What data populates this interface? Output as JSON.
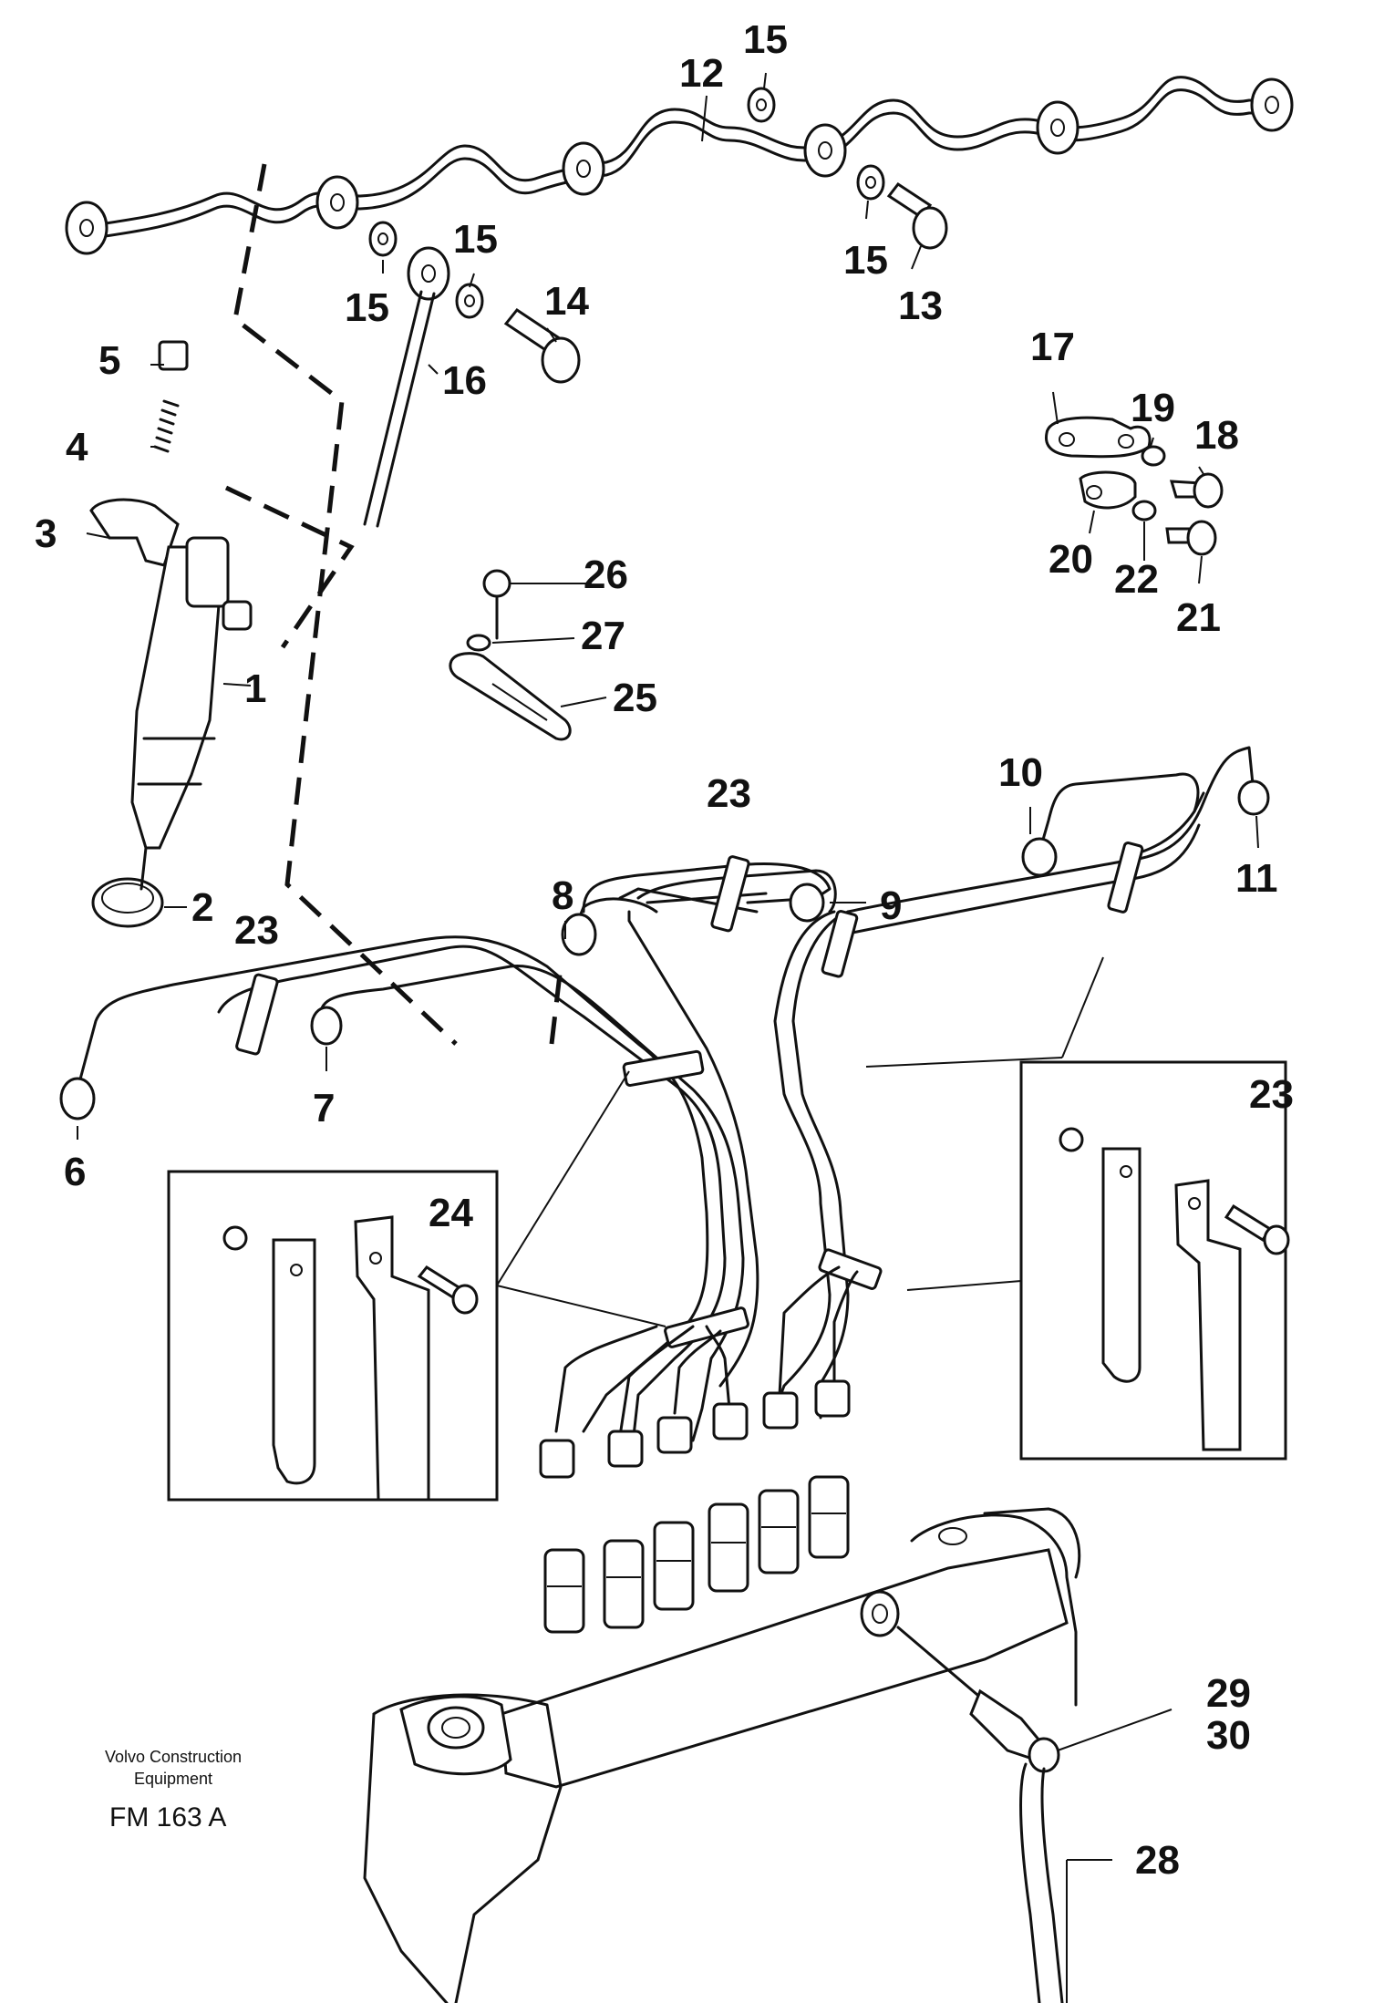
{
  "callouts": {
    "c1": "1",
    "c2": "2",
    "c3": "3",
    "c4": "4",
    "c5": "5",
    "c6": "6",
    "c7": "7",
    "c8": "8",
    "c9": "9",
    "c10": "10",
    "c11": "11",
    "c12": "12",
    "c13": "13",
    "c14": "14",
    "c15a": "15",
    "c15b": "15",
    "c15c": "15",
    "c15d": "15",
    "c16": "16",
    "c17": "17",
    "c18": "18",
    "c19": "19",
    "c20": "20",
    "c21": "21",
    "c22": "22",
    "c23a": "23",
    "c23b": "23",
    "c23box": "23",
    "c24box": "24",
    "c25": "25",
    "c26": "26",
    "c27": "27",
    "c28": "28",
    "c29": "29",
    "c30": "30"
  },
  "footer": {
    "brand_line1": "Volvo Construction",
    "brand_line2": "Equipment",
    "code": "FM 163 A"
  }
}
